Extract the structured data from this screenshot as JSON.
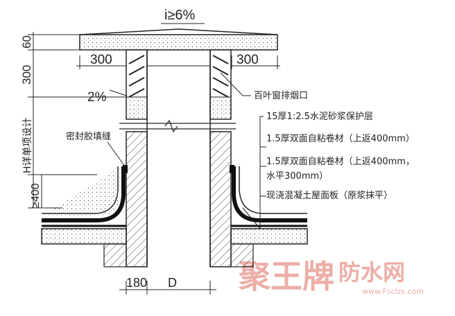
{
  "slope_label": "i≥6%",
  "cap_width_left": "300",
  "cap_width_right": "300",
  "inner_slope": "2%",
  "vertical_dims": {
    "top_60": "60",
    "top_300": "300",
    "height_by_design": "H详单项设计",
    "upturn": "≥400"
  },
  "bottom_dims": {
    "wall": "180",
    "diameter": "D"
  },
  "callouts": {
    "louver": "百叶窗排烟口",
    "sealant": "密封胶填缝",
    "layer1": "15厚1:2.5水泥砂浆保护层",
    "layer2": "1.5厚双面自粘卷材（上返400mm）",
    "layer3_line1": "1.5厚双面自粘卷材（上返400mm，",
    "layer3_line2": "水平300mm）",
    "layer4": "现浇混凝土屋面板（原浆抹平）"
  },
  "watermark": {
    "brand": "聚王牌",
    "site": "防水网",
    "url": "www.Fsclzs.com",
    "color": "#e9a098"
  }
}
